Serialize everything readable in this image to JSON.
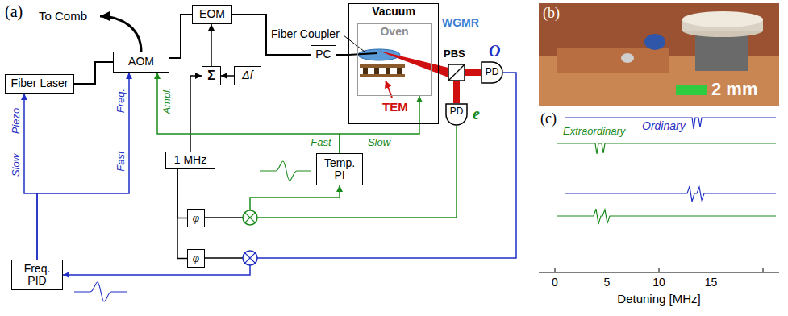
{
  "diagram": {
    "nodes": [
      {
        "text": [
          "Fiber Laser"
        ]
      },
      {
        "text": [
          "AOM"
        ]
      },
      {
        "text": [
          "EOM"
        ]
      },
      {
        "text": [
          "Σ"
        ]
      },
      {
        "text": [
          "Δf"
        ]
      },
      {
        "text": [
          "PC"
        ]
      },
      {
        "text": [
          "Vacuum"
        ]
      },
      {
        "text": [
          "Oven"
        ],
        "in": 6
      },
      {
        "text": [
          "PD"
        ]
      },
      {
        "text": [
          "PD"
        ]
      },
      {
        "text": [
          "1 MHz"
        ]
      },
      {
        "text": [
          "Temp. PI"
        ]
      },
      {
        "text": [
          "φ"
        ]
      },
      {
        "text": [
          "φ"
        ]
      },
      {
        "text": [
          "Freq. PID"
        ]
      }
    ],
    "edges": [
      {
        "from": 0,
        "to": 1,
        "arrow": "none"
      },
      {
        "from": 1,
        "to": 2,
        "arrow": "none"
      },
      {
        "from": 2,
        "to": 5,
        "arrow": "none"
      },
      {
        "from": 5,
        "to": 6,
        "arrow": "none"
      },
      {
        "from": 10,
        "to": 3,
        "arrow": "to"
      },
      {
        "from": 4,
        "to": 3,
        "arrow": "to"
      },
      {
        "from": 3,
        "to": 2,
        "arrow": "to"
      },
      {
        "from": 14,
        "to": 0,
        "label": "Slow",
        "arrow": "to"
      },
      {
        "from": 14,
        "to": 1,
        "label": "Fast",
        "arrow": "to"
      },
      {
        "from": 11,
        "to": 1,
        "label": "Fast",
        "arrow": "to"
      },
      {
        "from": 11,
        "to": 7,
        "label": "Slow",
        "arrow": "to"
      },
      {
        "from": 10,
        "to": 12,
        "arrow": "none"
      },
      {
        "from": 10,
        "to": 13,
        "arrow": "none"
      }
    ],
    "labels": [
      "(a)",
      "To Comb",
      "Fiber Coupler",
      "WGMR",
      "PBS",
      "O",
      "e",
      "TEM",
      "Piezo",
      "Freq.",
      "Ampl.",
      "(b)",
      "2 mm",
      "(c)",
      "Ordinary",
      "Extraordinary",
      "0",
      "5",
      "10",
      "15",
      "Detuning [MHz]"
    ]
  }
}
